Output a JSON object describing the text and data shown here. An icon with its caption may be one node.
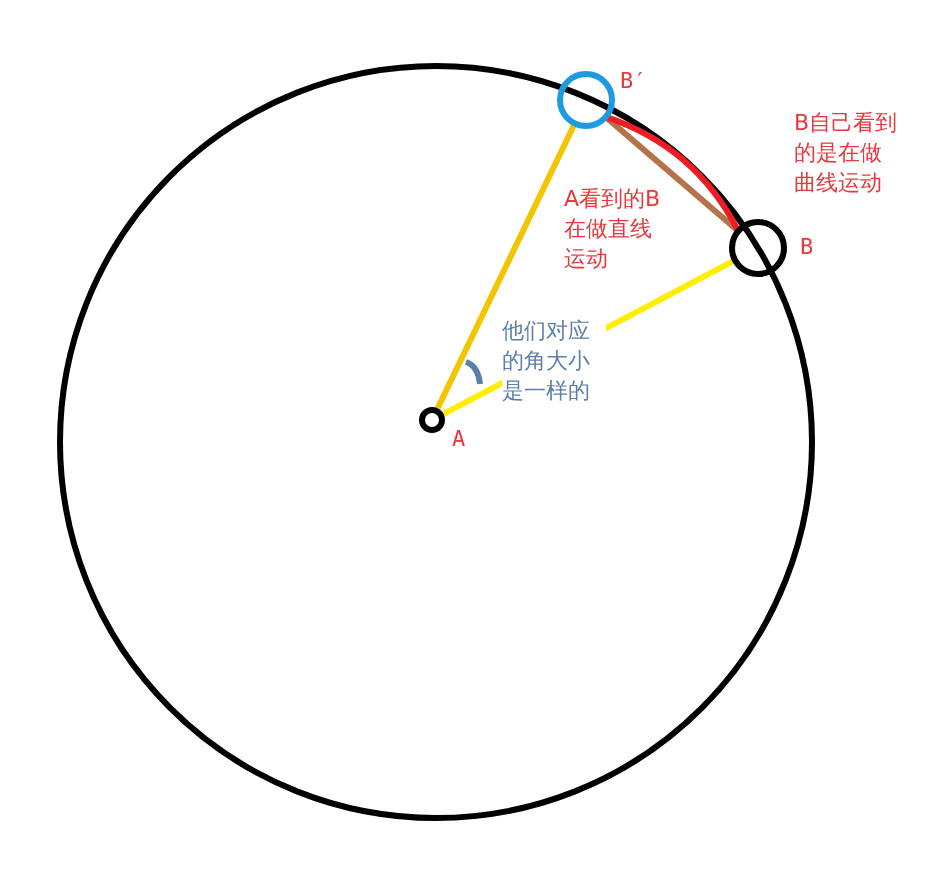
{
  "diagram": {
    "nodes": [
      {
        "text": [],
        "shape": "circle",
        "beside": [
          "A"
        ]
      },
      {
        "text": [],
        "shape": "circle",
        "beside": [
          "B′"
        ]
      },
      {
        "text": [],
        "shape": "circle",
        "beside": [
          "B"
        ]
      }
    ],
    "edges": [
      {
        "from": 0,
        "to": 1,
        "arrow": "none",
        "color": "#f5c400"
      },
      {
        "from": 0,
        "to": 2,
        "arrow": "none",
        "color": "#ffee00"
      },
      {
        "from": 1,
        "to": 2,
        "arrow": "none",
        "color": "#b5734a"
      },
      {
        "from": 1,
        "to": 2,
        "arrow": "none",
        "color": "#ee1c24"
      }
    ],
    "labels": [
      "B自己看到的是在做曲线运动",
      "A看到的B在做直线运动",
      "他们对应的角大小是一样的"
    ]
  }
}
